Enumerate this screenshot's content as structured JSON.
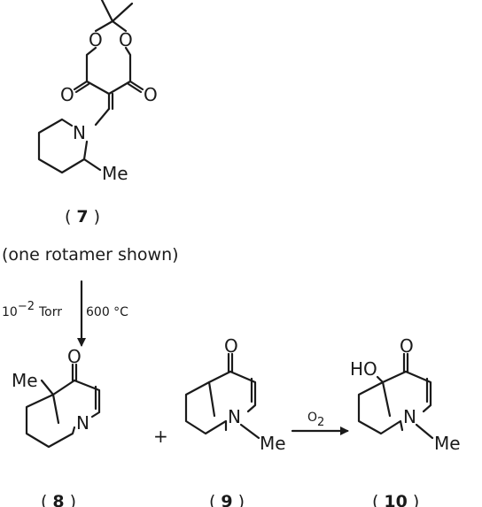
{
  "compound_7": {
    "label_open": "(",
    "number": "7",
    "label_close": ")",
    "caption": "(one rotamer shown)",
    "atoms": {
      "o_ring_left": "O",
      "o_ring_right": "O",
      "o_carbonyl_left": "O",
      "o_carbonyl_right": "O",
      "n": "N",
      "methyl": "Me"
    }
  },
  "conditions": {
    "pressure_base": "10",
    "pressure_exp": "−2",
    "pressure_unit": "Torr",
    "temperature": "600 °C"
  },
  "compound_8": {
    "label_open": "(",
    "number": "8",
    "label_close": ")",
    "atoms": {
      "o": "O",
      "n": "N",
      "methyl": "Me"
    }
  },
  "plus": "+",
  "compound_9": {
    "label_open": "(",
    "number": "9",
    "label_close": ")",
    "atoms": {
      "o": "O",
      "n": "N",
      "methyl": "Me"
    }
  },
  "oxidation": {
    "reagent": "O",
    "reagent_sub": "2"
  },
  "compound_10": {
    "label_open": "(",
    "number": "10",
    "label_close": ")",
    "atoms": {
      "o": "O",
      "n": "N",
      "methyl": "Me",
      "hydroxy": "HO"
    }
  }
}
